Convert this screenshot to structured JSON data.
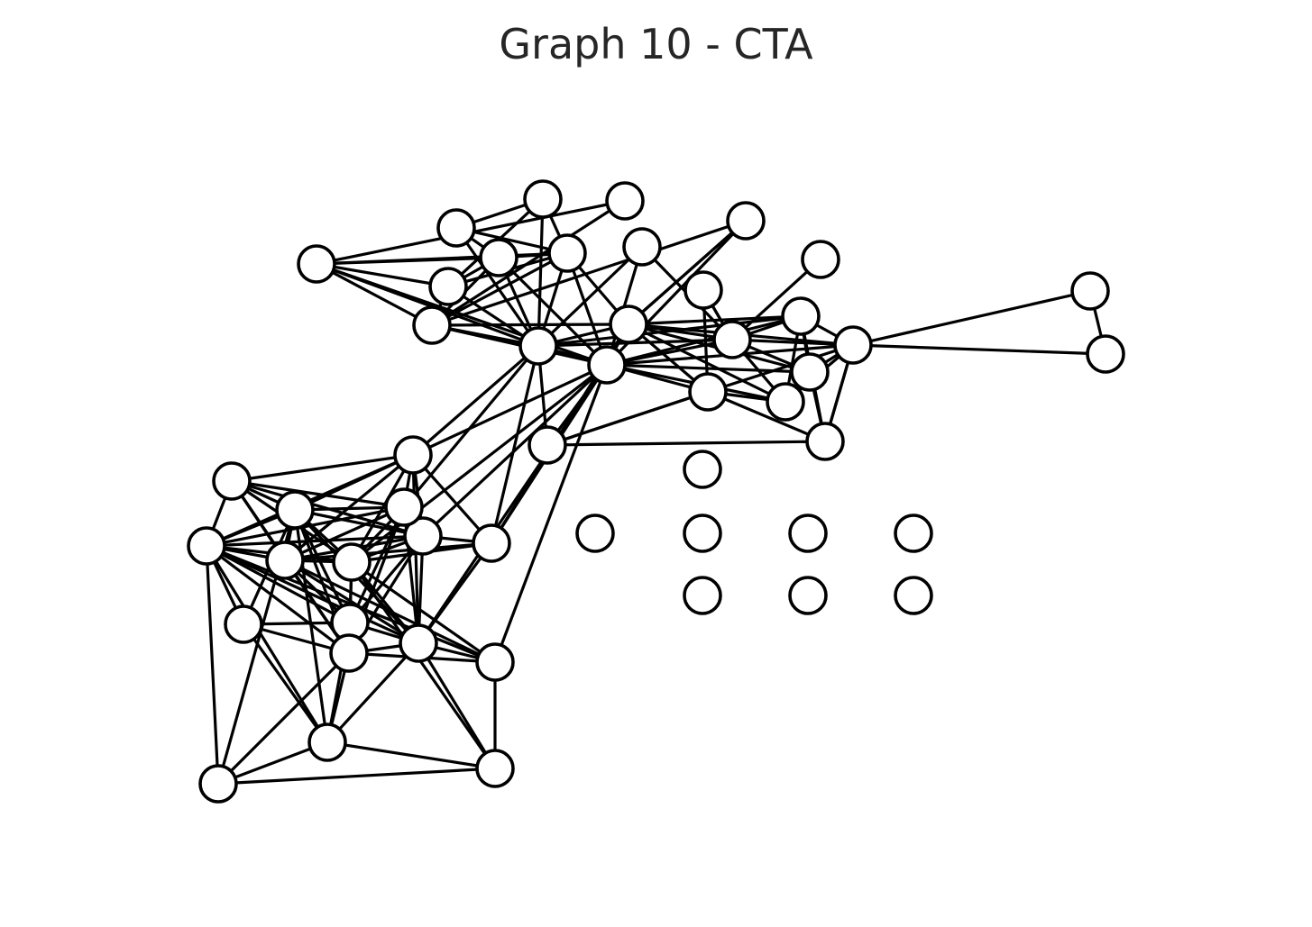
{
  "title": "Graph 10 - CTA",
  "colors": {
    "node_fill": "#ffffff",
    "node_stroke": "#000000",
    "edge": "#000000",
    "title": "#262626"
  },
  "graph": {
    "node_count": 47,
    "edges": [
      [
        "A",
        "B"
      ],
      [
        "A",
        "C"
      ],
      [
        "A",
        "D"
      ],
      [
        "A",
        "H"
      ],
      [
        "A",
        "I"
      ],
      [
        "A",
        "K"
      ],
      [
        "A",
        "L"
      ],
      [
        "A",
        "M"
      ],
      [
        "A",
        "P"
      ],
      [
        "A",
        "Q"
      ],
      [
        "A",
        "R"
      ],
      [
        "A",
        "S"
      ],
      [
        "A",
        "T"
      ],
      [
        "A",
        "V"
      ],
      [
        "A",
        "W"
      ],
      [
        "A",
        "X"
      ],
      [
        "A",
        "Y"
      ],
      [
        "A",
        "Z"
      ],
      [
        "A",
        "BB"
      ],
      [
        "A",
        "GG"
      ],
      [
        "A",
        "KK"
      ],
      [
        "B",
        "C"
      ],
      [
        "B",
        "D"
      ],
      [
        "B",
        "E"
      ],
      [
        "B",
        "F"
      ],
      [
        "B",
        "H"
      ],
      [
        "B",
        "I"
      ],
      [
        "B",
        "J"
      ],
      [
        "B",
        "K"
      ],
      [
        "B",
        "M"
      ],
      [
        "B",
        "P"
      ],
      [
        "B",
        "Q"
      ],
      [
        "B",
        "W"
      ],
      [
        "B",
        "X"
      ],
      [
        "B",
        "Y"
      ],
      [
        "B",
        "AA"
      ],
      [
        "C",
        "K"
      ],
      [
        "C",
        "I"
      ],
      [
        "C",
        "L"
      ],
      [
        "C",
        "P"
      ],
      [
        "C",
        "Q"
      ],
      [
        "C",
        "R"
      ],
      [
        "C",
        "S"
      ],
      [
        "C",
        "T"
      ],
      [
        "C",
        "V"
      ],
      [
        "C",
        "X"
      ],
      [
        "D",
        "F"
      ],
      [
        "D",
        "I"
      ],
      [
        "D",
        "J"
      ],
      [
        "D",
        "K"
      ],
      [
        "D",
        "M"
      ],
      [
        "I",
        "J"
      ],
      [
        "I",
        "K"
      ],
      [
        "I",
        "M"
      ],
      [
        "I",
        "E"
      ],
      [
        "I",
        "F"
      ],
      [
        "J",
        "K"
      ],
      [
        "J",
        "M"
      ],
      [
        "J",
        "E"
      ],
      [
        "K",
        "M"
      ],
      [
        "K",
        "L"
      ],
      [
        "L",
        "C"
      ],
      [
        "E",
        "F"
      ],
      [
        "G",
        "K"
      ],
      [
        "G",
        "M"
      ],
      [
        "H",
        "P"
      ],
      [
        "N",
        "P"
      ],
      [
        "P",
        "Q"
      ],
      [
        "P",
        "R"
      ],
      [
        "P",
        "S"
      ],
      [
        "P",
        "T"
      ],
      [
        "P",
        "O"
      ],
      [
        "Q",
        "R"
      ],
      [
        "Q",
        "S"
      ],
      [
        "Q",
        "T"
      ],
      [
        "Q",
        "U"
      ],
      [
        "R",
        "S"
      ],
      [
        "R",
        "T"
      ],
      [
        "R",
        "V"
      ],
      [
        "S",
        "T"
      ],
      [
        "S",
        "U"
      ],
      [
        "T",
        "V"
      ],
      [
        "O",
        "P"
      ],
      [
        "U",
        "R"
      ],
      [
        "U",
        "V"
      ],
      [
        "U",
        "W"
      ],
      [
        "V",
        "W"
      ],
      [
        "X",
        "Y"
      ],
      [
        "X",
        "Z"
      ],
      [
        "X",
        "BB"
      ],
      [
        "X",
        "CC"
      ],
      [
        "X",
        "GG"
      ],
      [
        "Y",
        "Z"
      ],
      [
        "Y",
        "AA"
      ],
      [
        "Y",
        "BB"
      ],
      [
        "Y",
        "CC"
      ],
      [
        "Y",
        "DD"
      ],
      [
        "Y",
        "EE"
      ],
      [
        "Y",
        "FF"
      ],
      [
        "Y",
        "GG"
      ],
      [
        "Z",
        "AA"
      ],
      [
        "Z",
        "BB"
      ],
      [
        "Z",
        "CC"
      ],
      [
        "Z",
        "DD"
      ],
      [
        "Z",
        "EE"
      ],
      [
        "Z",
        "FF"
      ],
      [
        "Z",
        "GG"
      ],
      [
        "Z",
        "HH"
      ],
      [
        "Z",
        "II"
      ],
      [
        "AA",
        "BB"
      ],
      [
        "AA",
        "CC"
      ],
      [
        "AA",
        "DD"
      ],
      [
        "AA",
        "EE"
      ],
      [
        "AA",
        "FF"
      ],
      [
        "AA",
        "GG"
      ],
      [
        "AA",
        "HH"
      ],
      [
        "AA",
        "II"
      ],
      [
        "BB",
        "CC"
      ],
      [
        "BB",
        "DD"
      ],
      [
        "BB",
        "EE"
      ],
      [
        "BB",
        "FF"
      ],
      [
        "BB",
        "GG"
      ],
      [
        "BB",
        "HH"
      ],
      [
        "BB",
        "II"
      ],
      [
        "BB",
        "KK"
      ],
      [
        "BB",
        "LL"
      ],
      [
        "CC",
        "DD"
      ],
      [
        "CC",
        "EE"
      ],
      [
        "CC",
        "FF"
      ],
      [
        "CC",
        "GG"
      ],
      [
        "CC",
        "HH"
      ],
      [
        "CC",
        "II"
      ],
      [
        "CC",
        "KK"
      ],
      [
        "DD",
        "EE"
      ],
      [
        "DD",
        "FF"
      ],
      [
        "DD",
        "II"
      ],
      [
        "EE",
        "FF"
      ],
      [
        "EE",
        "GG"
      ],
      [
        "EE",
        "HH"
      ],
      [
        "EE",
        "II"
      ],
      [
        "EE",
        "JJ"
      ],
      [
        "EE",
        "MM"
      ],
      [
        "EE",
        "NN"
      ],
      [
        "FF",
        "GG"
      ],
      [
        "FF",
        "HH"
      ],
      [
        "FF",
        "II"
      ],
      [
        "FF",
        "JJ"
      ],
      [
        "FF",
        "KK"
      ],
      [
        "FF",
        "MM"
      ],
      [
        "FF",
        "NN"
      ],
      [
        "GG",
        "HH"
      ],
      [
        "GG",
        "II"
      ],
      [
        "GG",
        "KK"
      ],
      [
        "GG",
        "LL"
      ],
      [
        "GG",
        "MM"
      ],
      [
        "HH",
        "II"
      ],
      [
        "HH",
        "JJ"
      ],
      [
        "HH",
        "MM"
      ],
      [
        "II",
        "JJ"
      ],
      [
        "II",
        "MM"
      ],
      [
        "II",
        "NN"
      ],
      [
        "II",
        "KK"
      ],
      [
        "KK",
        "LL"
      ],
      [
        "LL",
        "MM"
      ],
      [
        "LL",
        "NN"
      ],
      [
        "JJ",
        "MM"
      ],
      [
        "MM",
        "NN"
      ]
    ]
  }
}
